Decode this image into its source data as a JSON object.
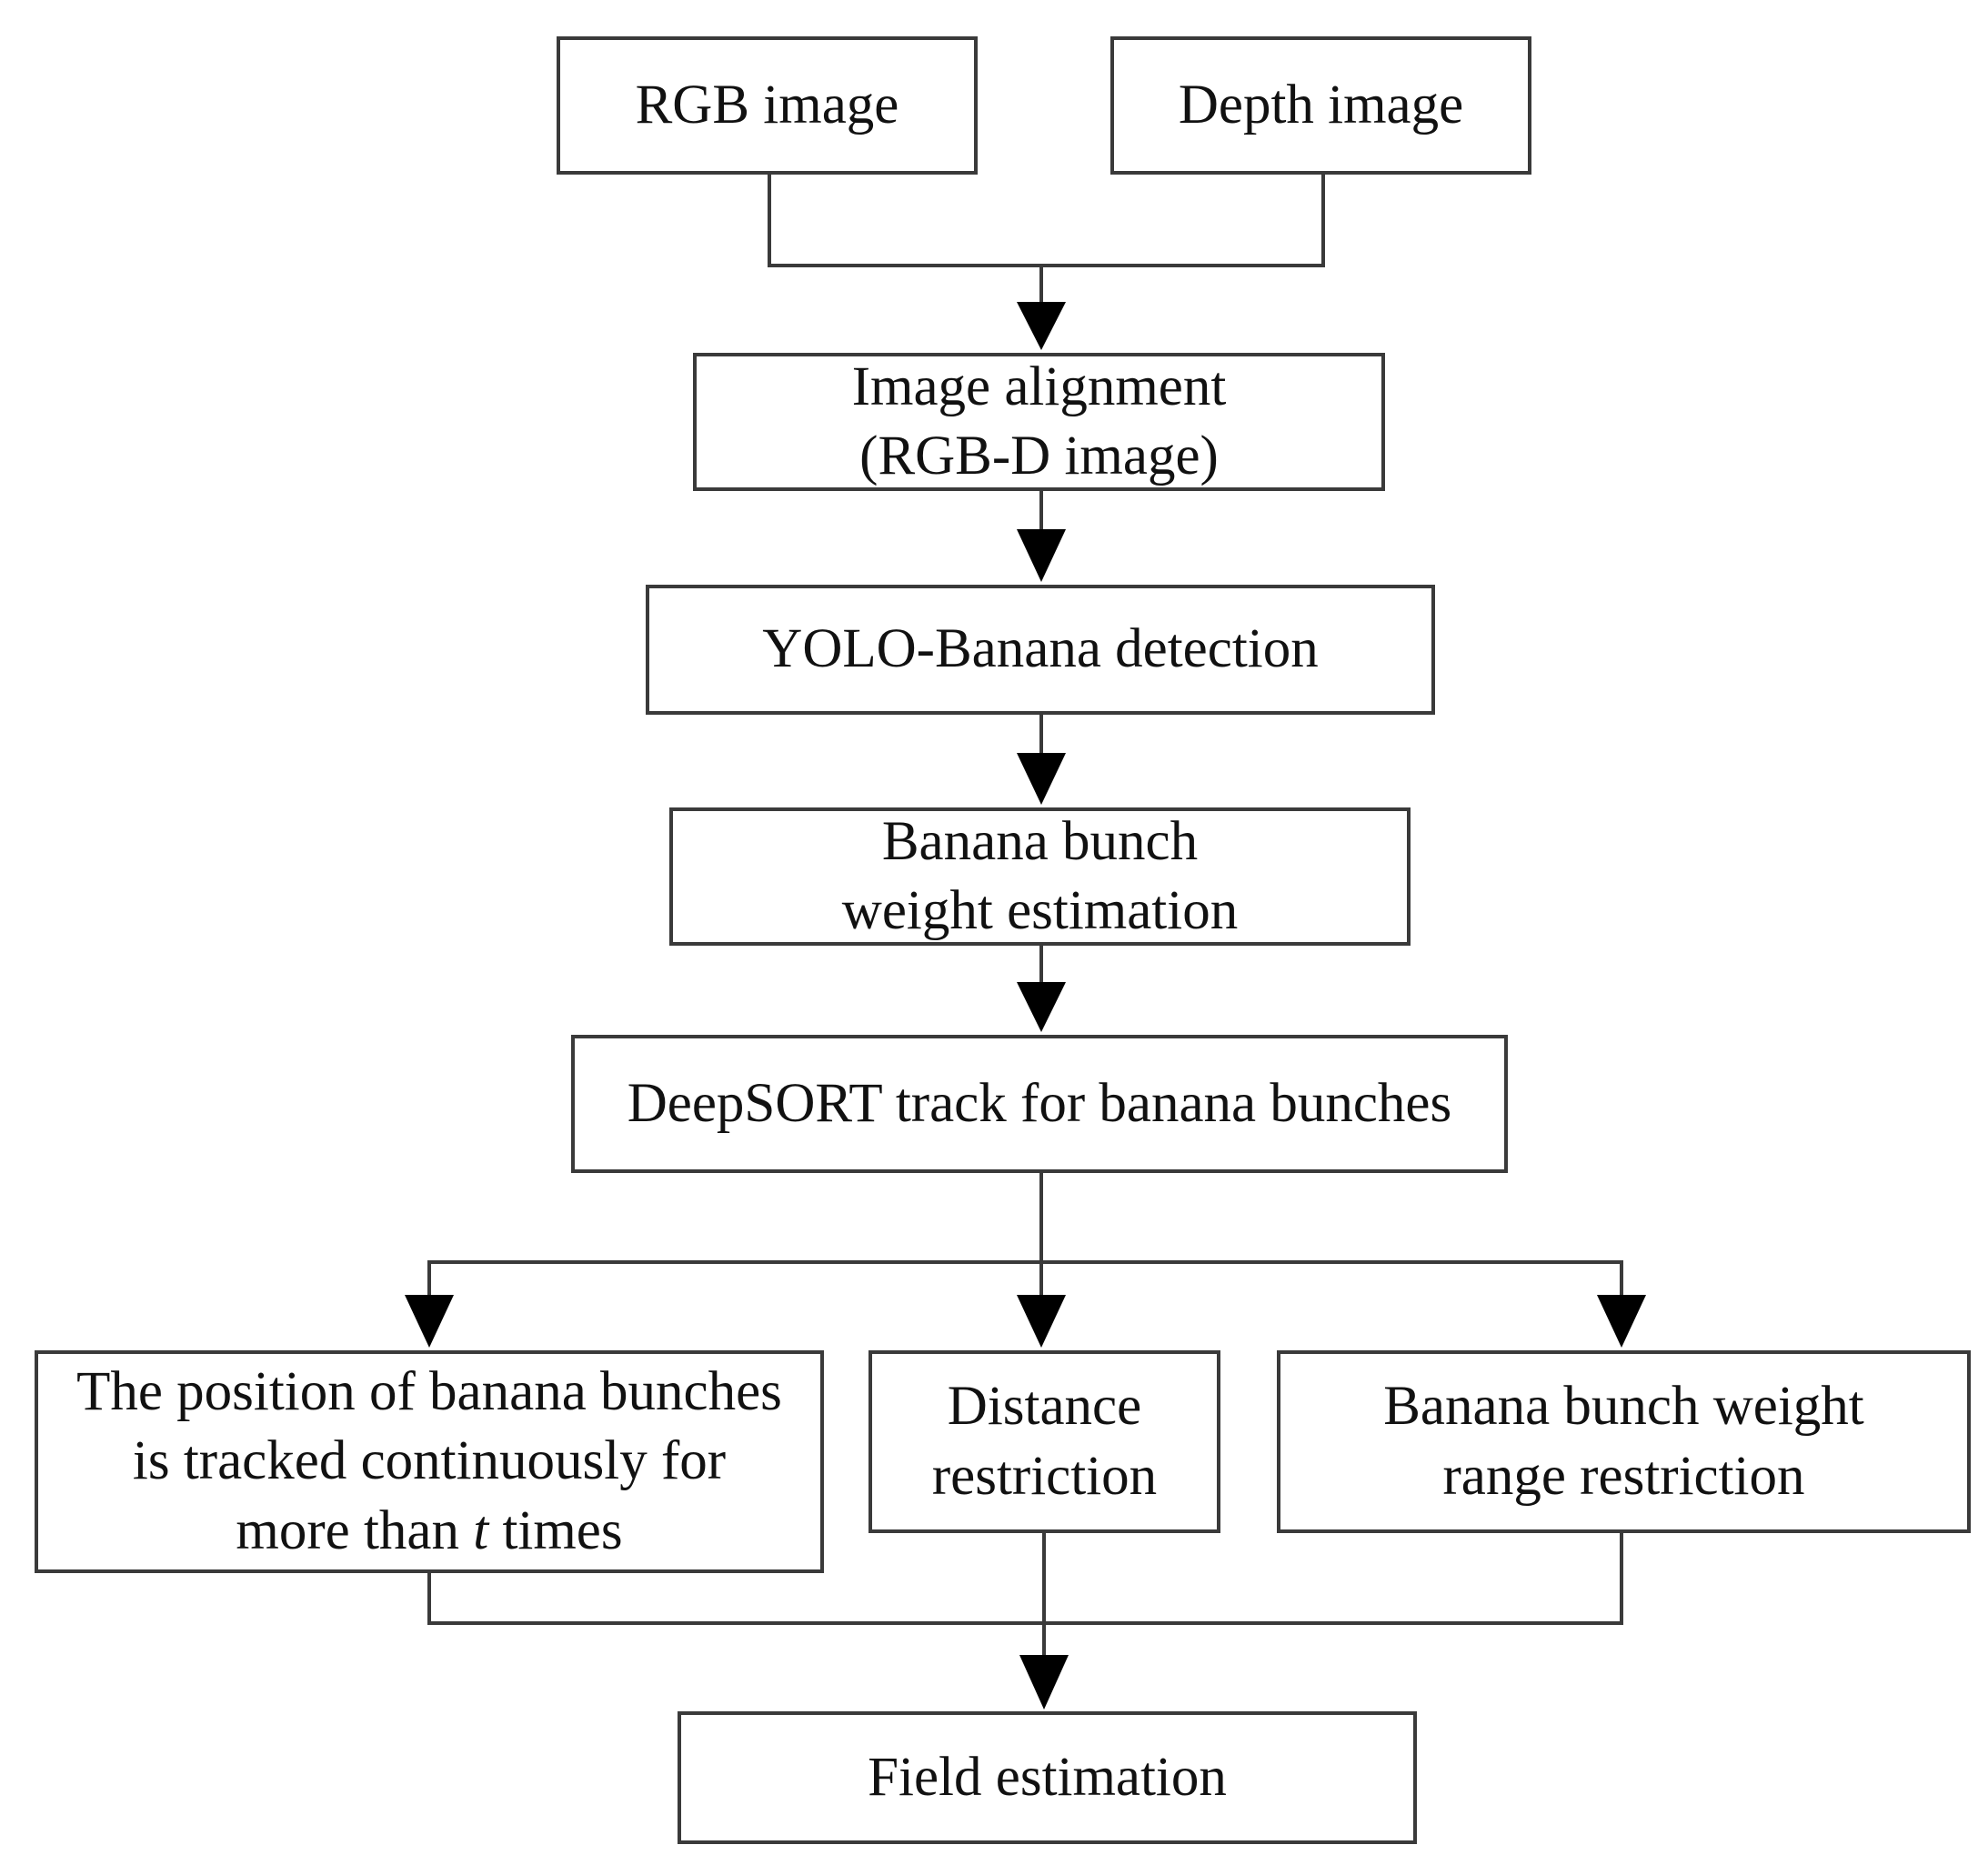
{
  "nodes": {
    "rgb": {
      "label": "RGB image"
    },
    "depth": {
      "label": "Depth image"
    },
    "alignment": {
      "line1": "Image alignment",
      "line2": "(RGB-D image)"
    },
    "yolo": {
      "label": "YOLO-Banana detection"
    },
    "weight": {
      "line1": "Banana bunch",
      "line2": "weight estimation"
    },
    "deepsort": {
      "label": "DeepSORT track for banana bunches"
    },
    "position": {
      "line1": "The position of banana bunches",
      "line2": "is tracked continuously for",
      "line3_pre": "more than ",
      "line3_var": "t",
      "line3_post": " times"
    },
    "distance": {
      "line1": "Distance",
      "line2": "restriction"
    },
    "range": {
      "line1": "Banana bunch weight",
      "line2": "range restriction"
    },
    "field": {
      "label": "Field estimation"
    }
  },
  "edges": [
    {
      "from": "rgb",
      "to": "alignment"
    },
    {
      "from": "depth",
      "to": "alignment"
    },
    {
      "from": "alignment",
      "to": "yolo"
    },
    {
      "from": "yolo",
      "to": "weight"
    },
    {
      "from": "weight",
      "to": "deepsort"
    },
    {
      "from": "deepsort",
      "to": "position"
    },
    {
      "from": "deepsort",
      "to": "distance"
    },
    {
      "from": "deepsort",
      "to": "range"
    },
    {
      "from": "position",
      "to": "field"
    },
    {
      "from": "distance",
      "to": "field"
    },
    {
      "from": "range",
      "to": "field"
    }
  ],
  "colors": {
    "stroke": "#3a3a3a",
    "text": "#111111",
    "background": "#ffffff"
  }
}
